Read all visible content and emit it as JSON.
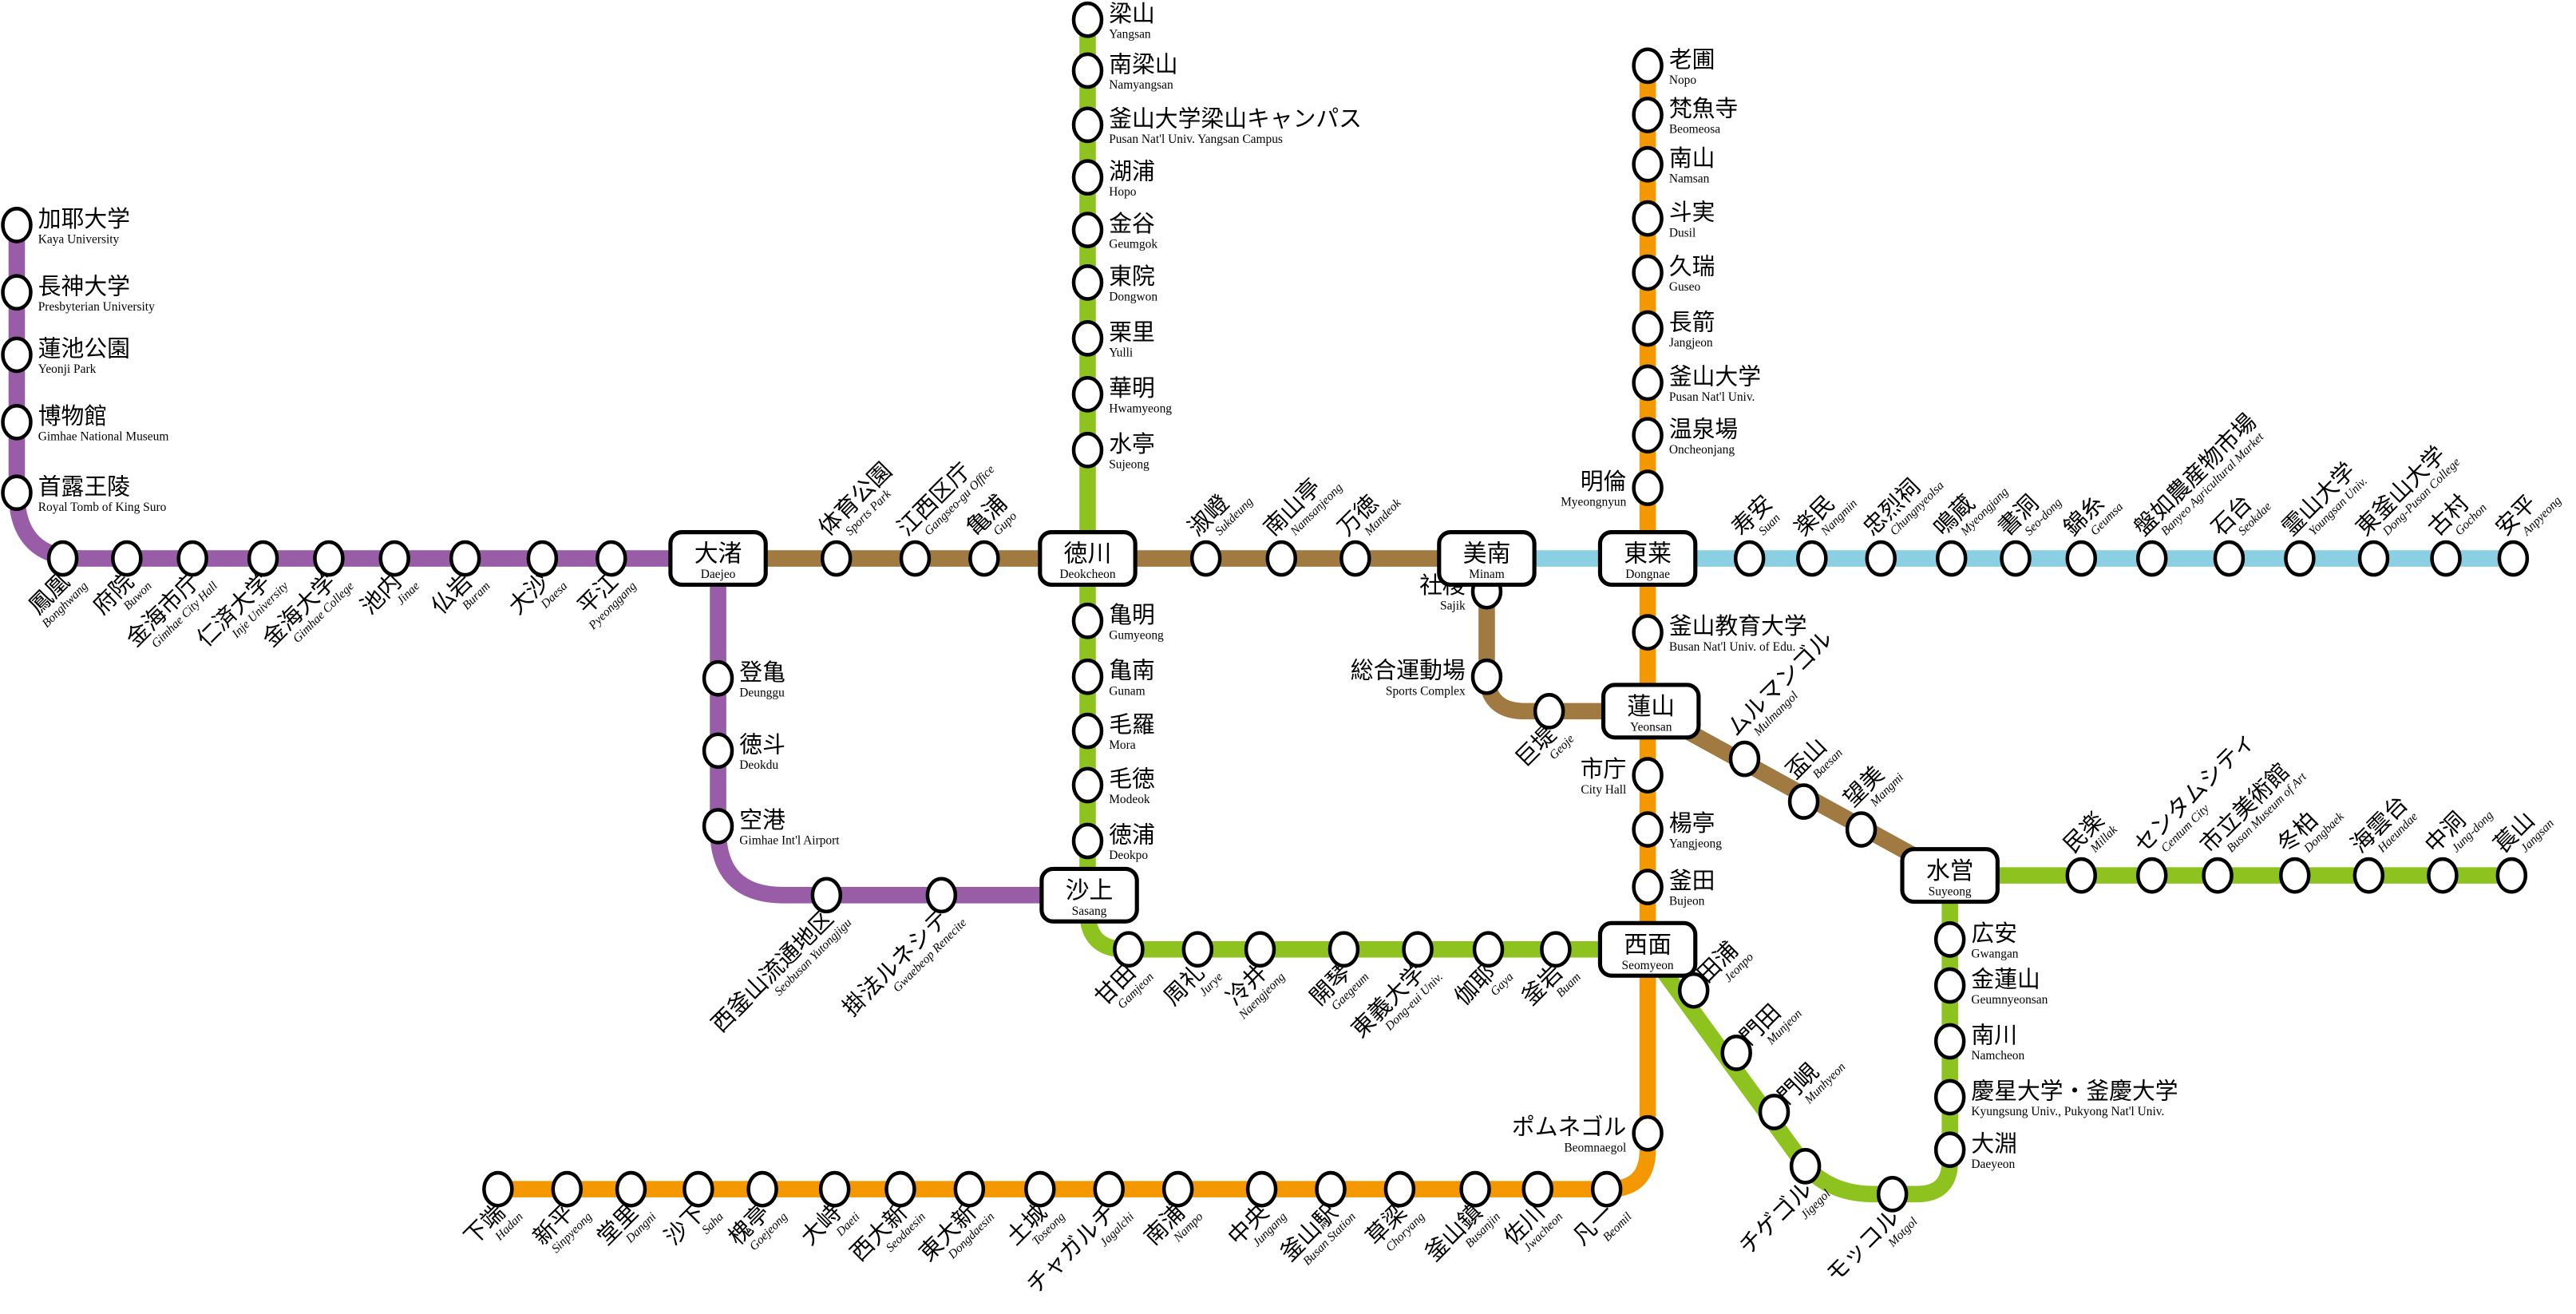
{
  "lines": [
    {
      "id": "gimhae",
      "color": "#985DA6",
      "stations": [
        {
          "ja": "加耶大学",
          "en": "Kaya University"
        },
        {
          "ja": "長神大学",
          "en": "Presbyterian University"
        },
        {
          "ja": "蓮池公園",
          "en": "Yeonji Park"
        },
        {
          "ja": "博物館",
          "en": "Gimhae National Museum"
        },
        {
          "ja": "首露王陵",
          "en": "Royal Tomb of King Suro"
        },
        {
          "ja": "鳳凰",
          "en": "Bonghwang"
        },
        {
          "ja": "府院",
          "en": "Buwon"
        },
        {
          "ja": "金海市庁",
          "en": "Gimhae City Hall"
        },
        {
          "ja": "仁済大学",
          "en": "Inje University"
        },
        {
          "ja": "金海大学",
          "en": "Gimhae College"
        },
        {
          "ja": "池内",
          "en": "Jinae"
        },
        {
          "ja": "仏岩",
          "en": "Buram"
        },
        {
          "ja": "大沙",
          "en": "Daesa"
        },
        {
          "ja": "平江",
          "en": "Pyeonggang"
        },
        {
          "ja": "登亀",
          "en": "Deunggu"
        },
        {
          "ja": "徳斗",
          "en": "Deokdu"
        },
        {
          "ja": "空港",
          "en": "Gimhae Int'l Airport"
        },
        {
          "ja": "西釜山流通地区",
          "en": "Seobusan Yutongjigu"
        },
        {
          "ja": "掛法ルネシテ",
          "en": "Gwaebeop Renecite"
        }
      ]
    },
    {
      "id": "line3",
      "color": "#A07A40",
      "stations": [
        {
          "ja": "体育公園",
          "en": "Sports Park"
        },
        {
          "ja": "江西区庁",
          "en": "Gangseo-gu Office"
        },
        {
          "ja": "亀浦",
          "en": "Gupo"
        },
        {
          "ja": "淑嶝",
          "en": "Sukdeung"
        },
        {
          "ja": "南山亭",
          "en": "Namsanjeong"
        },
        {
          "ja": "万徳",
          "en": "Mandeok"
        },
        {
          "ja": "社稷",
          "en": "Sajik"
        },
        {
          "ja": "総合運動場",
          "en": "Sports Complex"
        },
        {
          "ja": "巨堤",
          "en": "Geoje"
        },
        {
          "ja": "ムルマンゴル",
          "en": "Mulmangol"
        },
        {
          "ja": "盃山",
          "en": "Baesan"
        },
        {
          "ja": "望美",
          "en": "Mangmi"
        }
      ]
    },
    {
      "id": "line4",
      "color": "#8BD0E2",
      "stations": [
        {
          "ja": "寿安",
          "en": "Suan"
        },
        {
          "ja": "楽民",
          "en": "Nangmin"
        },
        {
          "ja": "忠烈祠",
          "en": "Chungnyeolsa"
        },
        {
          "ja": "鳴蔵",
          "en": "Myeongjang"
        },
        {
          "ja": "書洞",
          "en": "Seo-dong"
        },
        {
          "ja": "錦糸",
          "en": "Geumsa"
        },
        {
          "ja": "盤如農産物市場",
          "en": "Banyeo Agricultural Market"
        },
        {
          "ja": "石台",
          "en": "Seokdae"
        },
        {
          "ja": "霊山大学",
          "en": "Youngsan Univ."
        },
        {
          "ja": "東釜山大学",
          "en": "Dong-Pusan College"
        },
        {
          "ja": "古村",
          "en": "Gochon"
        },
        {
          "ja": "安平",
          "en": "Anpyeong"
        }
      ]
    },
    {
      "id": "line2",
      "color": "#8DC21F",
      "stations": [
        {
          "ja": "梁山",
          "en": "Yangsan"
        },
        {
          "ja": "南梁山",
          "en": "Namyangsan"
        },
        {
          "ja": "釜山大学梁山キャンパス",
          "en": "Pusan Nat'l Univ. Yangsan Campus"
        },
        {
          "ja": "湖浦",
          "en": "Hopo"
        },
        {
          "ja": "金谷",
          "en": "Geumgok"
        },
        {
          "ja": "東院",
          "en": "Dongwon"
        },
        {
          "ja": "栗里",
          "en": "Yulli"
        },
        {
          "ja": "華明",
          "en": "Hwamyeong"
        },
        {
          "ja": "水亭",
          "en": "Sujeong"
        },
        {
          "ja": "亀明",
          "en": "Gumyeong"
        },
        {
          "ja": "亀南",
          "en": "Gunam"
        },
        {
          "ja": "毛羅",
          "en": "Mora"
        },
        {
          "ja": "毛徳",
          "en": "Modeok"
        },
        {
          "ja": "徳浦",
          "en": "Deokpo"
        },
        {
          "ja": "甘田",
          "en": "Gamjeon"
        },
        {
          "ja": "周礼",
          "en": "Jurye"
        },
        {
          "ja": "冷井",
          "en": "Naengjeong"
        },
        {
          "ja": "開琴",
          "en": "Gaegeum"
        },
        {
          "ja": "東義大学",
          "en": "Dong-eui Univ."
        },
        {
          "ja": "伽耶",
          "en": "Gaya"
        },
        {
          "ja": "釜岩",
          "en": "Buam"
        },
        {
          "ja": "田浦",
          "en": "Jeonpo"
        },
        {
          "ja": "門田",
          "en": "Munjeon"
        },
        {
          "ja": "門峴",
          "en": "Munhyeon"
        },
        {
          "ja": "チゲゴル",
          "en": "Jigegol"
        },
        {
          "ja": "モッコル",
          "en": "Motgol"
        },
        {
          "ja": "大淵",
          "en": "Daeyeon"
        },
        {
          "ja": "慶星大学・釜慶大学",
          "en": "Kyungsung Univ., Pukyong Nat'l Univ."
        },
        {
          "ja": "南川",
          "en": "Namcheon"
        },
        {
          "ja": "金蓮山",
          "en": "Geumnyeonsan"
        },
        {
          "ja": "広安",
          "en": "Gwangan"
        },
        {
          "ja": "民楽",
          "en": "Millak"
        },
        {
          "ja": "センタムシティ",
          "en": "Centum City"
        },
        {
          "ja": "市立美術館",
          "en": "Busan Museum of Art"
        },
        {
          "ja": "冬柏",
          "en": "Dongbaek"
        },
        {
          "ja": "海雲台",
          "en": "Haeundae"
        },
        {
          "ja": "中洞",
          "en": "Jung-dong"
        },
        {
          "ja": "萇山",
          "en": "Jangsan"
        }
      ]
    },
    {
      "id": "line1",
      "color": "#F39800",
      "stations": [
        {
          "ja": "老圃",
          "en": "Nopo"
        },
        {
          "ja": "梵魚寺",
          "en": "Beomeosa"
        },
        {
          "ja": "南山",
          "en": "Namsan"
        },
        {
          "ja": "斗実",
          "en": "Dusil"
        },
        {
          "ja": "久瑞",
          "en": "Guseo"
        },
        {
          "ja": "長箭",
          "en": "Jangjeon"
        },
        {
          "ja": "釜山大学",
          "en": "Pusan Nat'l Univ."
        },
        {
          "ja": "温泉場",
          "en": "Oncheonjang"
        },
        {
          "ja": "明倫",
          "en": "Myeongnyun"
        },
        {
          "ja": "釜山教育大学",
          "en": "Busan Nat'l Univ. of Edu."
        },
        {
          "ja": "市庁",
          "en": "City Hall"
        },
        {
          "ja": "楊亭",
          "en": "Yangjeong"
        },
        {
          "ja": "釜田",
          "en": "Bujeon"
        },
        {
          "ja": "ポムネゴル",
          "en": "Beomnaegol"
        },
        {
          "ja": "凡一",
          "en": "Beomil"
        },
        {
          "ja": "佐川",
          "en": "Jwacheon"
        },
        {
          "ja": "釜山鎮",
          "en": "Busanjin"
        },
        {
          "ja": "草梁",
          "en": "Choryang"
        },
        {
          "ja": "釜山駅",
          "en": "Busan Station"
        },
        {
          "ja": "中央",
          "en": "Jungang"
        },
        {
          "ja": "南浦",
          "en": "Nampo"
        },
        {
          "ja": "チャガルチ",
          "en": "Jagalchi"
        },
        {
          "ja": "土城",
          "en": "Toseong"
        },
        {
          "ja": "東大新",
          "en": "Dongdaesin"
        },
        {
          "ja": "西大新",
          "en": "Seodaesin"
        },
        {
          "ja": "大峙",
          "en": "Daeti"
        },
        {
          "ja": "槐亭",
          "en": "Goejeong"
        },
        {
          "ja": "沙下",
          "en": "Saha"
        },
        {
          "ja": "堂里",
          "en": "Dangni"
        },
        {
          "ja": "新平",
          "en": "Sinpyeong"
        },
        {
          "ja": "下端",
          "en": "Hadan"
        }
      ]
    }
  ],
  "interchanges": [
    {
      "ja": "大渚",
      "en": "Daejeo"
    },
    {
      "ja": "徳川",
      "en": "Deokcheon"
    },
    {
      "ja": "美南",
      "en": "Minam"
    },
    {
      "ja": "東莱",
      "en": "Dongnae"
    },
    {
      "ja": "蓮山",
      "en": "Yeonsan"
    },
    {
      "ja": "沙上",
      "en": "Sasang"
    },
    {
      "ja": "西面",
      "en": "Seomyeon"
    },
    {
      "ja": "水営",
      "en": "Suyeong"
    }
  ]
}
